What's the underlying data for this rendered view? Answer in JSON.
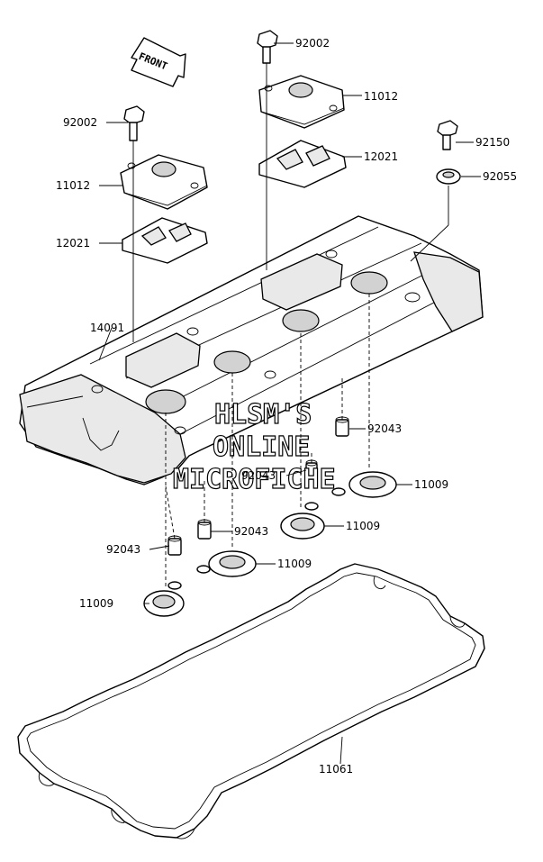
{
  "front_arrow": {
    "label": "FRONT"
  },
  "callouts": [
    {
      "id": "c1",
      "text": "92002"
    },
    {
      "id": "c2",
      "text": "11012"
    },
    {
      "id": "c3",
      "text": "92002"
    },
    {
      "id": "c4",
      "text": "11012"
    },
    {
      "id": "c5",
      "text": "12021"
    },
    {
      "id": "c6",
      "text": "12021"
    },
    {
      "id": "c7",
      "text": "92150"
    },
    {
      "id": "c8",
      "text": "92055"
    },
    {
      "id": "c9",
      "text": "14091"
    },
    {
      "id": "c10",
      "text": "92043"
    },
    {
      "id": "c11",
      "text": "92043"
    },
    {
      "id": "c12",
      "text": "11009"
    },
    {
      "id": "c13",
      "text": "92043"
    },
    {
      "id": "c14",
      "text": "11009"
    },
    {
      "id": "c15",
      "text": "92043"
    },
    {
      "id": "c16",
      "text": "11009"
    },
    {
      "id": "c17",
      "text": "11009"
    },
    {
      "id": "c18",
      "text": "11061"
    }
  ],
  "watermark": {
    "line1": "HLSM'S",
    "line2": "ONLINE",
    "line3": "MICROFICHE"
  }
}
